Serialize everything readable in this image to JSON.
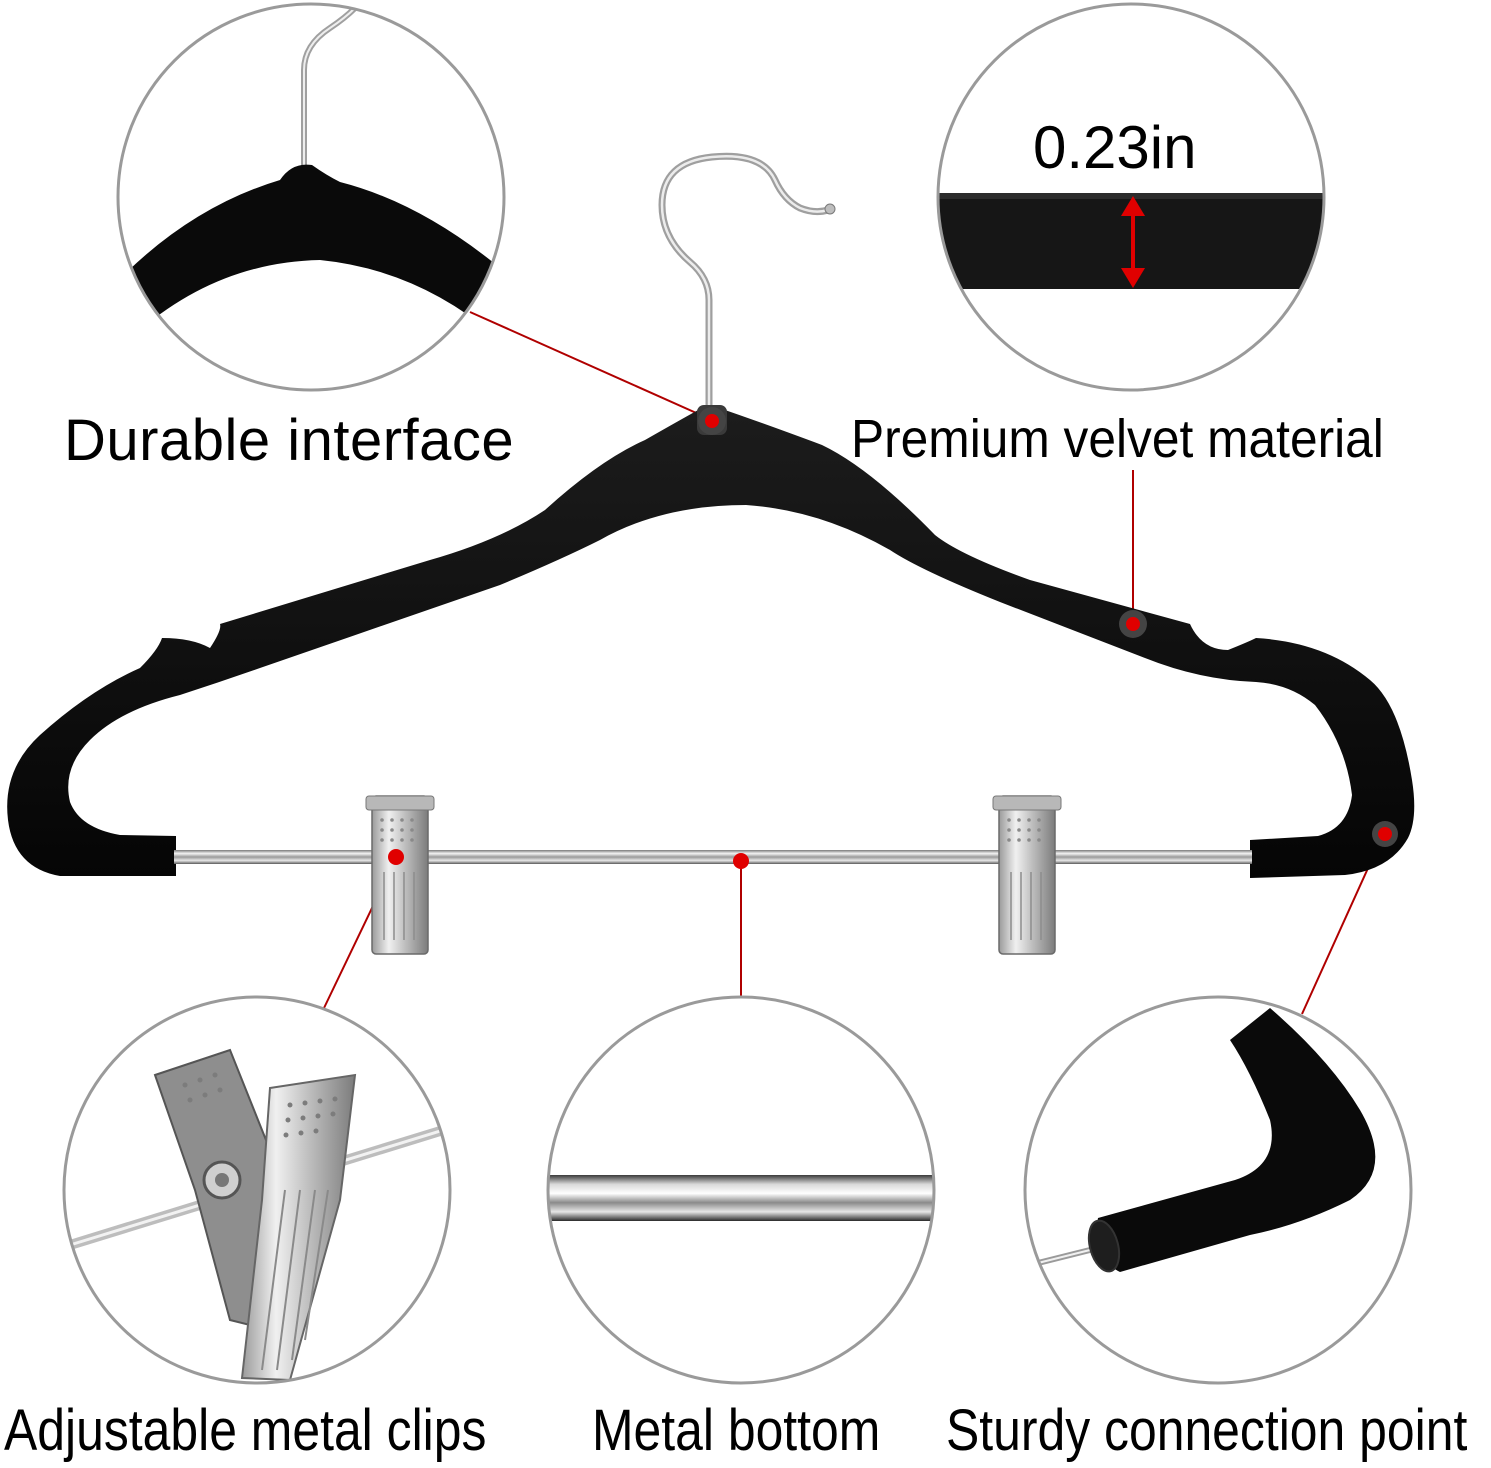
{
  "callouts": {
    "durable_interface": "Durable interface",
    "premium_velvet": "Premium velvet material",
    "thickness": "0.23in",
    "adjustable_clips": "Adjustable metal clips",
    "metal_bottom": "Metal bottom",
    "sturdy_connection": "Sturdy connection point"
  },
  "colors": {
    "velvet": "#0a0a0a",
    "marker": "#e00000",
    "leader_line": "#b00000",
    "circle_border": "#9a9a9a",
    "metal": "#c8c8c8"
  }
}
